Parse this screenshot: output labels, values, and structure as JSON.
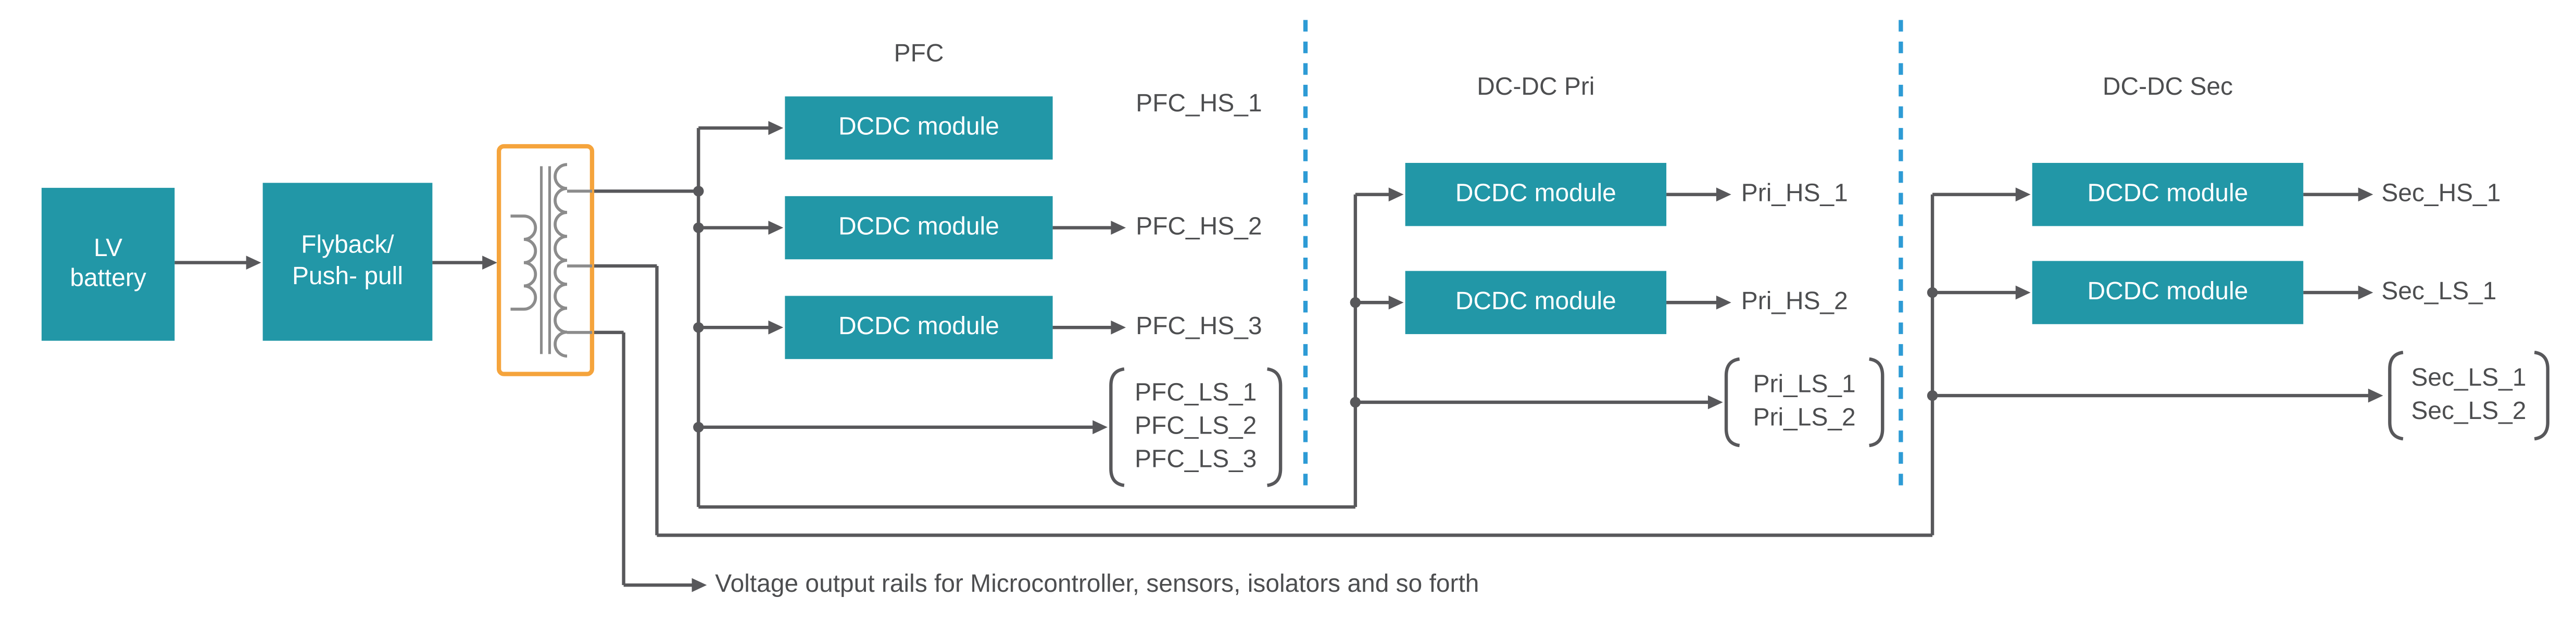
{
  "colors": {
    "module-fill": "#2297A7",
    "module-text": "#FFFFFF",
    "wire": "#58585B",
    "label-text": "#4D4E50",
    "separator": "#2D9BD5",
    "transformer-stroke": "#F5A43C",
    "winding-stroke": "#8C8C8C",
    "background": "#FFFFFF"
  },
  "chain": {
    "battery": "LV\nbattery",
    "converter": "Flyback/\nPush- pull"
  },
  "pfc": {
    "title": "PFC",
    "modules": [
      "DCDC module",
      "DCDC module",
      "DCDC module"
    ],
    "outputs": [
      "PFC_HS_1",
      "PFC_HS_2",
      "PFC_HS_3"
    ],
    "ls_rails": [
      "PFC_LS_1",
      "PFC_LS_2",
      "PFC_LS_3"
    ]
  },
  "pri": {
    "title": "DC-DC Pri",
    "modules": [
      "DCDC module",
      "DCDC module"
    ],
    "outputs": [
      "Pri_HS_1",
      "Pri_HS_2"
    ],
    "ls_rails": [
      "Pri_LS_1",
      "Pri_LS_2"
    ]
  },
  "sec": {
    "title": "DC-DC Sec",
    "modules": [
      "DCDC module",
      "DCDC module"
    ],
    "outputs": [
      "Sec_HS_1",
      "Sec_LS_1"
    ],
    "ls_rails": [
      "Sec_LS_1",
      "Sec_LS_2"
    ]
  },
  "footnote": "Voltage output rails for Microcontroller, sensors, isolators and so forth"
}
